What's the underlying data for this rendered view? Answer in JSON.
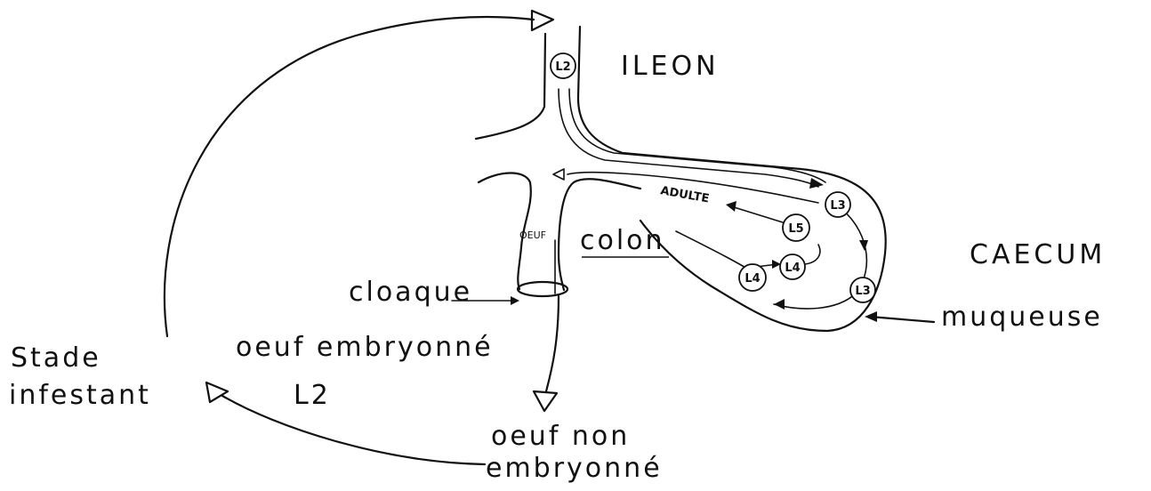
{
  "labels": {
    "ileon": "ILEON",
    "caecum": "CAECUM",
    "colon": "colon",
    "oeuf_small": "OEUF",
    "cloaque": "cloaque",
    "muqueuse": "muqueuse",
    "adulte": "ADULTE",
    "oeuf_embryonne": "oeuf embryonné",
    "l2_free": "L2",
    "stade": "Stade",
    "infestant": "infestant",
    "oeuf_non": "oeuf non",
    "embryonne_lower": "embryonné"
  },
  "larval_stages": {
    "ileon_l2": "L2",
    "caecum_l3_top": "L3",
    "caecum_l3_bottom": "L3",
    "caecum_l4_left": "L4",
    "caecum_l4_right": "L4",
    "caecum_l5": "L5"
  }
}
